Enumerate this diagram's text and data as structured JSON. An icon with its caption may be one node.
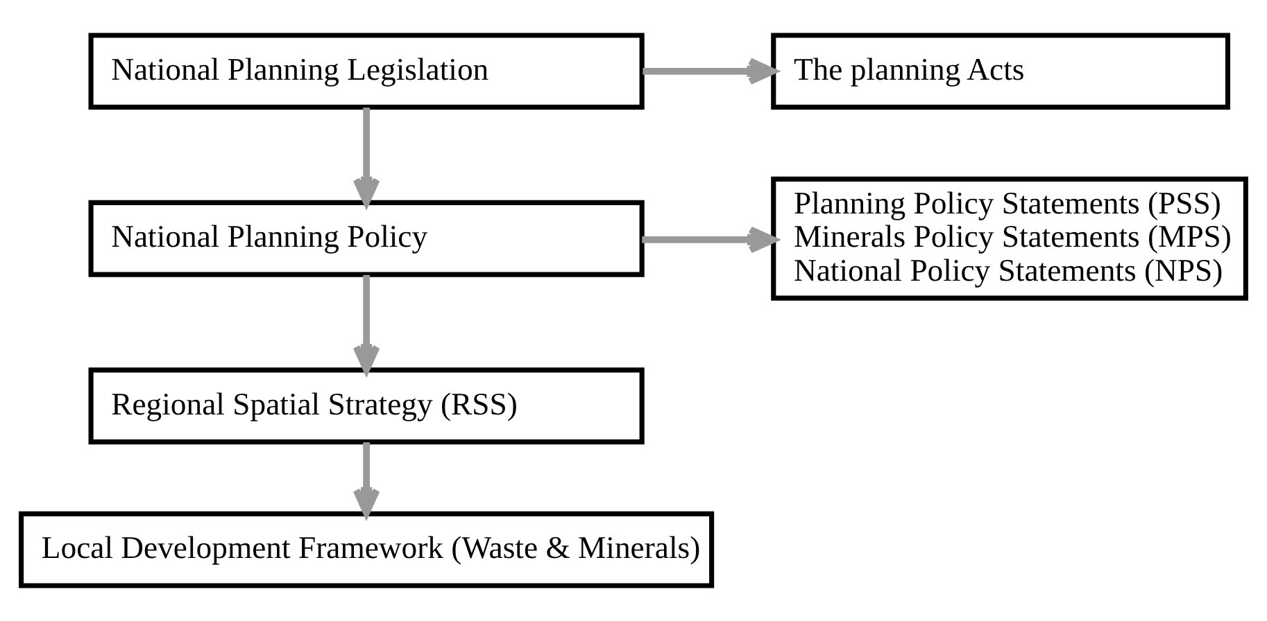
{
  "diagram": {
    "nodes": [
      {
        "text": [
          "National Planning Legislation"
        ]
      },
      {
        "text": [
          "The planning Acts"
        ]
      },
      {
        "text": [
          "National Planning Policy"
        ]
      },
      {
        "text": [
          "Planning Policy Statements (PSS)",
          "Minerals Policy Statements (MPS)",
          "National Policy Statements (NPS)"
        ]
      },
      {
        "text": [
          "Regional Spatial Strategy (RSS)"
        ]
      },
      {
        "text": [
          "Local Development Framework (Waste & Minerals)"
        ]
      }
    ],
    "edges": [
      {
        "from": 0,
        "to": 1,
        "arrow": "to"
      },
      {
        "from": 0,
        "to": 2,
        "arrow": "to"
      },
      {
        "from": 2,
        "to": 3,
        "arrow": "to"
      },
      {
        "from": 2,
        "to": 4,
        "arrow": "to"
      },
      {
        "from": 4,
        "to": 5,
        "arrow": "to"
      }
    ]
  }
}
